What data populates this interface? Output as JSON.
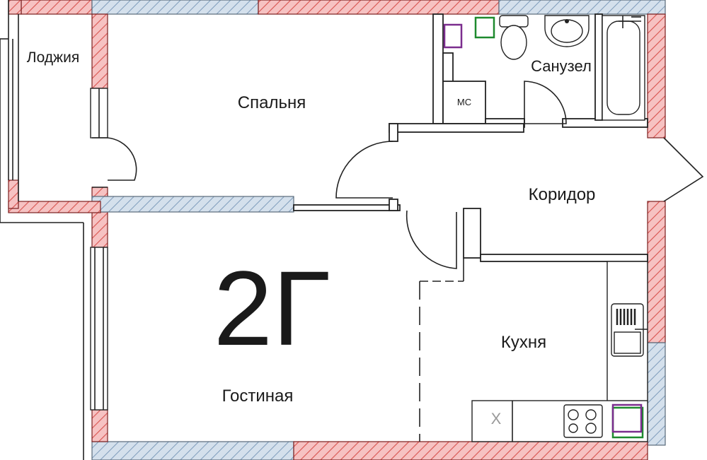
{
  "plan": {
    "apartment_type": "2Г",
    "rooms": {
      "loggia": "Лоджия",
      "bedroom": "Спальня",
      "bathroom": "Санузел",
      "corridor": "Коридор",
      "kitchen": "Кухня",
      "living_room": "Гостиная"
    },
    "shaft_label": "МС",
    "appliance_mark": "X"
  },
  "colors": {
    "exterior_wall": "#f4b6b6",
    "exterior_hatch": "#d9534f",
    "window_wall": "#c9d7e6",
    "window_hatch": "#6f8fb0",
    "interior_wall": "#222222",
    "vent_green": "#1e8a2e",
    "vent_purple": "#7b2d8e"
  }
}
